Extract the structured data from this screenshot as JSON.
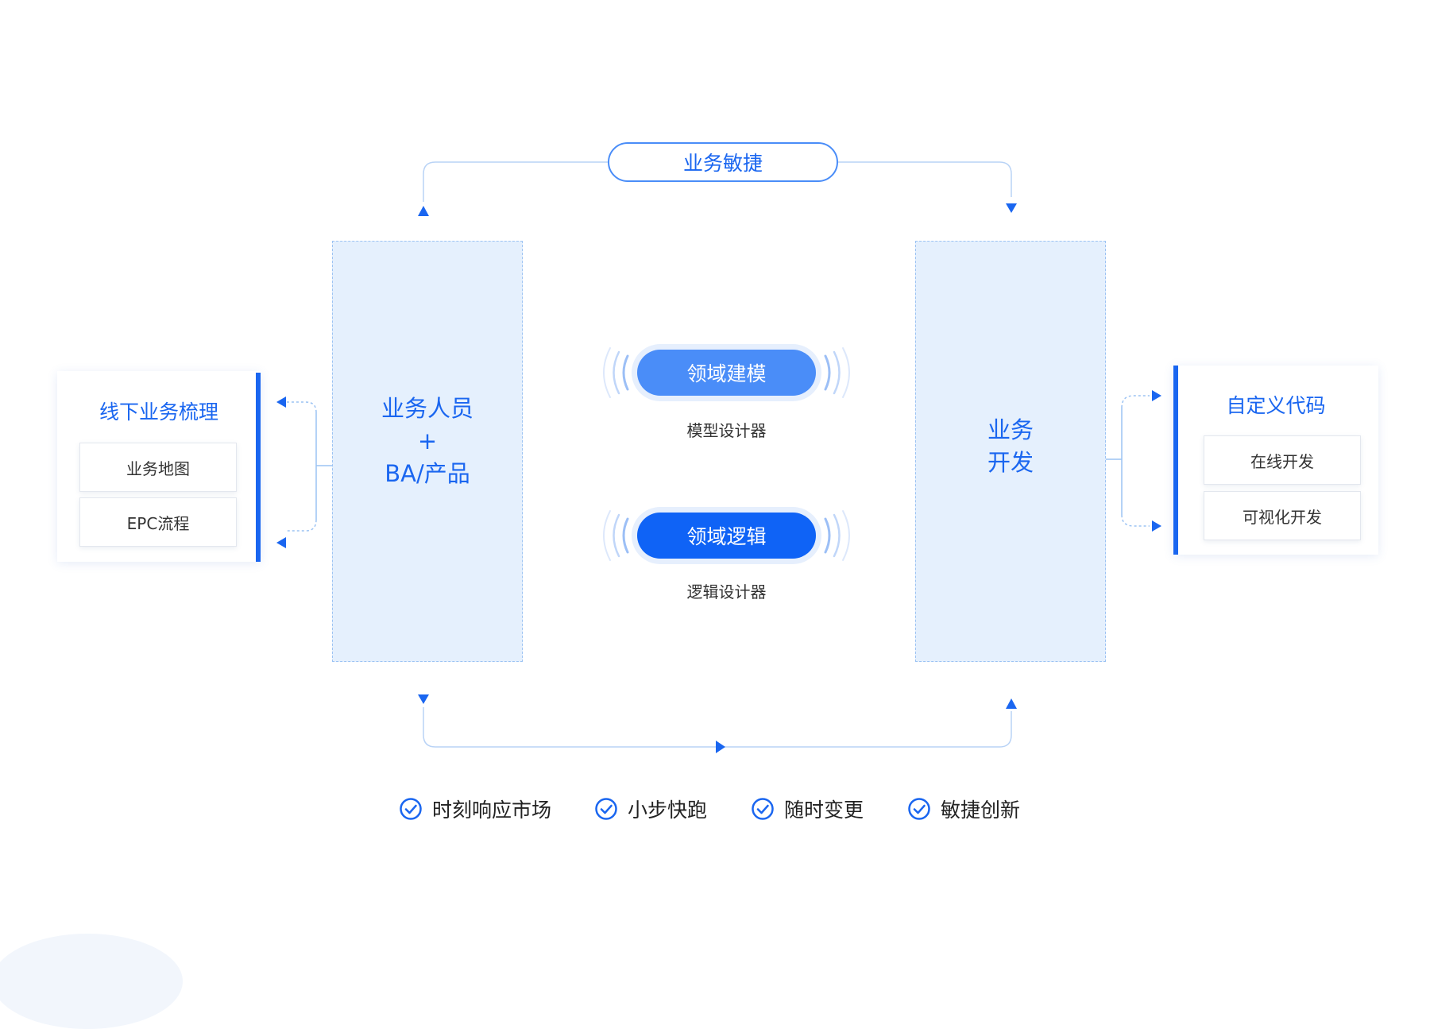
{
  "top_pill": "业务敏捷",
  "left_panel": {
    "line1": "业务人员",
    "line2": "+",
    "line3": "BA/产品"
  },
  "right_panel": {
    "line1": "业务",
    "line2": "开发"
  },
  "left_card": {
    "title": "线下业务梳理",
    "items": [
      "业务地图",
      "EPC流程"
    ]
  },
  "right_card": {
    "title": "自定义代码",
    "items": [
      "在线开发",
      "可视化开发"
    ]
  },
  "center": {
    "modeling": {
      "label": "领域建模",
      "sub": "模型设计器"
    },
    "logic": {
      "label": "领域逻辑",
      "sub": "逻辑设计器"
    }
  },
  "benefits": [
    "时刻响应市场",
    "小步快跑",
    "随时变更",
    "敏捷创新"
  ],
  "colors": {
    "accent": "#1a66f0",
    "chip_light": "#4a8df8",
    "panel_bg": "#e5f0fd"
  },
  "icons": {
    "benefit": "check-circle-icon",
    "arrow": "triangle-arrow-icon"
  }
}
